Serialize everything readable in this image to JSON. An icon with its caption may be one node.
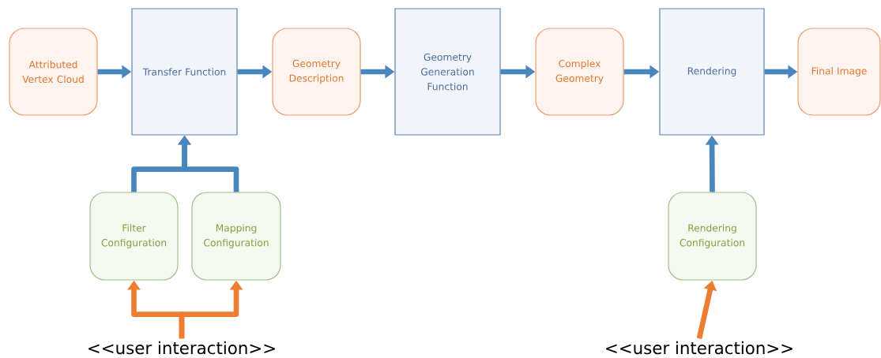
{
  "diagram": {
    "nodes": [
      {
        "text": [
          "Attributed Vertex Cloud"
        ]
      },
      {
        "text": [
          "Transfer Function"
        ]
      },
      {
        "text": [
          "Geometry Description"
        ]
      },
      {
        "text": [
          "Geometry Generation Function"
        ]
      },
      {
        "text": [
          "Complex Geometry"
        ]
      },
      {
        "text": [
          "Rendering"
        ]
      },
      {
        "text": [
          "Final Image"
        ]
      },
      {
        "text": [
          "Filter Configuration"
        ]
      },
      {
        "text": [
          "Mapping Configuration"
        ]
      },
      {
        "text": [
          "Rendering Configuration"
        ]
      },
      {
        "text": [
          "<<user interaction>>"
        ]
      },
      {
        "text": [
          "<<user interaction>>"
        ]
      }
    ],
    "edges": [
      {
        "from": 0,
        "to": 1,
        "arrow": "to"
      },
      {
        "from": 1,
        "to": 2,
        "arrow": "to"
      },
      {
        "from": 2,
        "to": 3,
        "arrow": "to"
      },
      {
        "from": 3,
        "to": 4,
        "arrow": "to"
      },
      {
        "from": 4,
        "to": 5,
        "arrow": "to"
      },
      {
        "from": 5,
        "to": 6,
        "arrow": "to"
      },
      {
        "from": 7,
        "to": 1,
        "arrow": "to"
      },
      {
        "from": 8,
        "to": 1,
        "arrow": "to"
      },
      {
        "from": 9,
        "to": 5,
        "arrow": "to"
      },
      {
        "from": 10,
        "to": 7,
        "arrow": "to",
        "color": "#ed7d31"
      },
      {
        "from": 10,
        "to": 8,
        "arrow": "to",
        "color": "#ed7d31"
      },
      {
        "from": 11,
        "to": 9,
        "arrow": "to",
        "color": "#ed7d31"
      }
    ]
  }
}
